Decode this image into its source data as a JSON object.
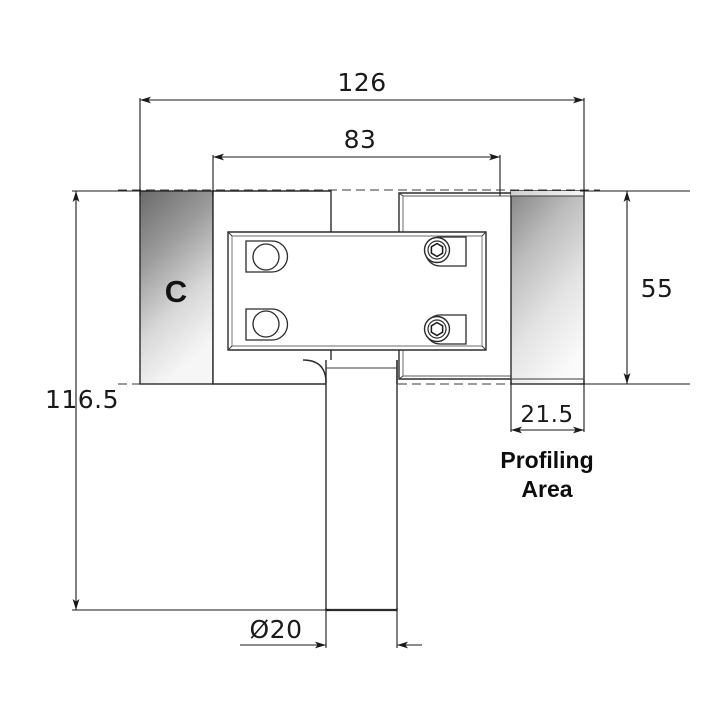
{
  "drawing": {
    "title": "Bracket Profile Technical Drawing",
    "units": "mm",
    "background_color": "#ffffff",
    "line_color": "#1a1a1a"
  },
  "dimensions": {
    "overall_width": "126",
    "inner_width": "83",
    "overall_height": "116.5",
    "body_height": "55",
    "profiling_width": "21.5",
    "shaft_diameter": "Ø20"
  },
  "labels": {
    "part_marker": "C",
    "note_line1": "Profiling",
    "note_line2": "Area"
  },
  "features": {
    "mounting_holes": 2,
    "hex_socket_screws": 2,
    "shaft": "vertical-cylindrical-stem"
  },
  "colors": {
    "gradient_dark": "#6e6e6e",
    "gradient_light": "#f2f2f2",
    "outline": "#2b2b2b",
    "text": "#1a1a1a"
  }
}
